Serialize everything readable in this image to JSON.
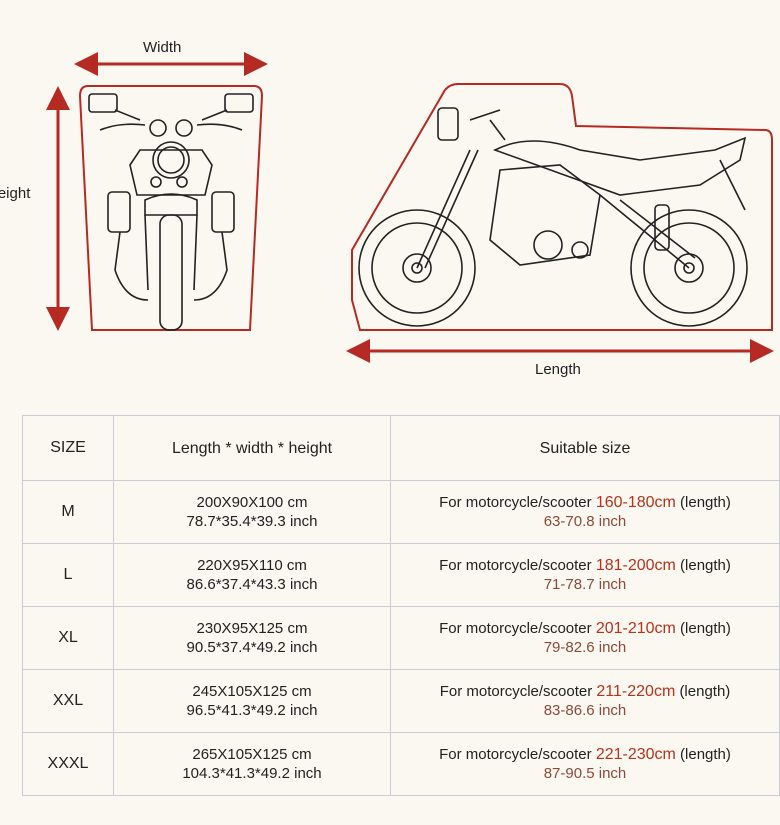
{
  "diagram": {
    "width_label": "Width",
    "height_label": "Height",
    "length_label": "Length",
    "colors": {
      "arrow": "#b52a22",
      "outline": "#b52a22",
      "background": "#fbf8f2"
    }
  },
  "table": {
    "headers": [
      "SIZE",
      "Length * width * height",
      "Suitable size"
    ],
    "prefix": "For motorcycle/scooter",
    "suffix": "(length)",
    "rows": [
      {
        "size": "M",
        "cm": "200X90X100 cm",
        "inch": "78.7*35.4*39.3 inch",
        "range_cm": "160-180cm",
        "range_inch": "63-70.8 inch"
      },
      {
        "size": "L",
        "cm": "220X95X110 cm",
        "inch": "86.6*37.4*43.3 inch",
        "range_cm": "181-200cm",
        "range_inch": "71-78.7 inch"
      },
      {
        "size": "XL",
        "cm": "230X95X125 cm",
        "inch": "90.5*37.4*49.2 inch",
        "range_cm": "201-210cm",
        "range_inch": "79-82.6 inch"
      },
      {
        "size": "XXL",
        "cm": "245X105X125 cm",
        "inch": "96.5*41.3*49.2 inch",
        "range_cm": "211-220cm",
        "range_inch": "83-86.6 inch"
      },
      {
        "size": "XXXL",
        "cm": "265X105X125 cm",
        "inch": "104.3*41.3*49.2 inch",
        "range_cm": "221-230cm",
        "range_inch": "87-90.5 inch"
      }
    ]
  }
}
